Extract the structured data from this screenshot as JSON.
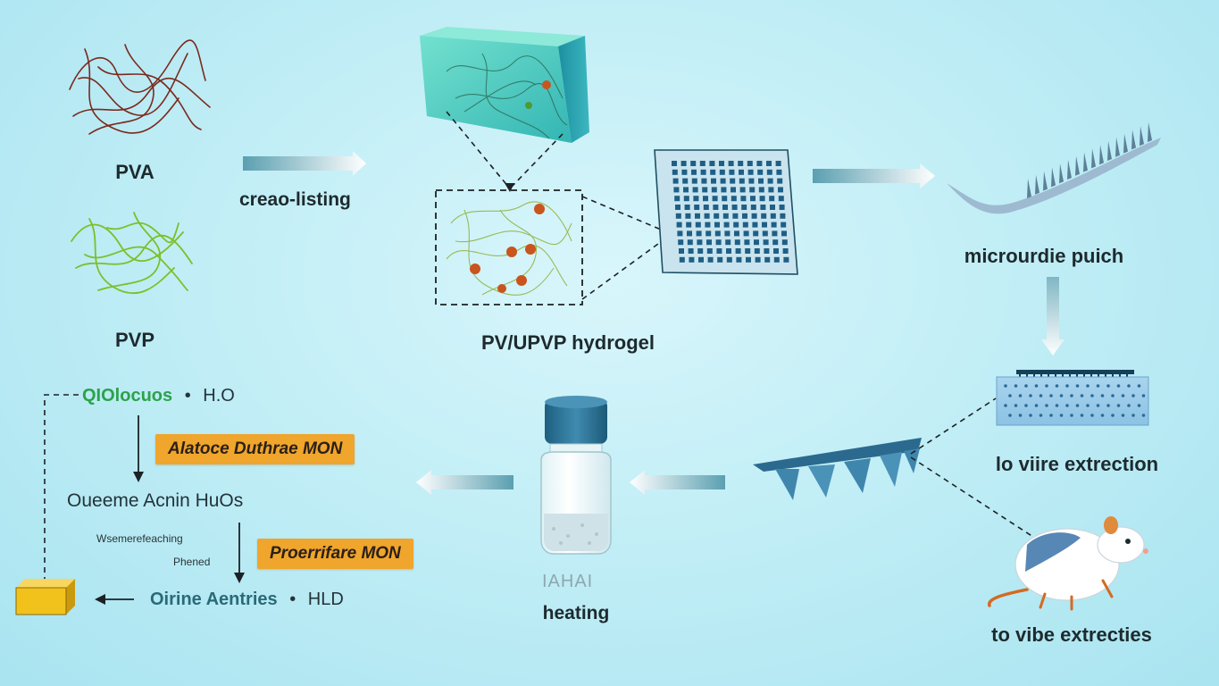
{
  "labels": {
    "pva": "PVA",
    "pvp": "PVP",
    "crosslinking": "creao-listing",
    "hydrogel": "PV/UPVP hydrogel",
    "patch": "microurdie puich",
    "in_vitro": "lo viire extrection",
    "in_vivo": "to vibe extrecties",
    "heating": "heating",
    "vial_mark": "IAHAI"
  },
  "left_panel": {
    "row1_name": "QIOlocuos",
    "row1_dot": "•",
    "row1_suffix": "H.O",
    "badge1": "Alatoce Duthrae MON",
    "row2": "Oueeme Acnin HuOs",
    "note1": "Wsemerefeaching",
    "note2": "Phened",
    "badge2": "Proerrifare MON",
    "row3_name": "Oirine Aentries",
    "row3_dot": "•",
    "row3_suffix": "HLD"
  },
  "colors": {
    "pva_fiber": "#7a2a1e",
    "pvp_fiber": "#7cc02a",
    "dots": "#c9541e",
    "badge": "#f0a52c",
    "hydrogel_block": "#48c8b8",
    "patch": "#1f5f86",
    "yellow_box": "#f1c21b"
  }
}
